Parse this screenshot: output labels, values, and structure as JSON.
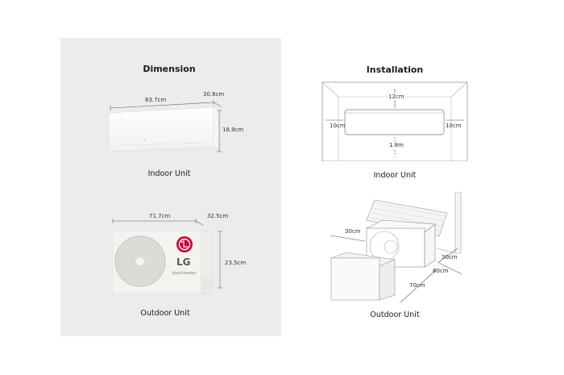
{
  "dimension": {
    "title": "Dimension",
    "indoor": {
      "caption": "Indoor Unit",
      "width": "83.7cm",
      "depth": "30.8cm",
      "height": "18.9cm"
    },
    "outdoor": {
      "caption": "Outdoor Unit",
      "width": "71.7cm",
      "depth": "32.5cm",
      "height": "23.5cm",
      "brand": "LG",
      "model_label": "Smart Inverter"
    }
  },
  "installation": {
    "title": "Installation",
    "indoor": {
      "caption": "Indoor Unit",
      "top_clearance": "12cm",
      "left_clearance": "10cm",
      "right_clearance": "10cm",
      "floor_height": "1.8m"
    },
    "outdoor": {
      "caption": "Outdoor Unit",
      "left_clearance": "30cm",
      "rear_clearance": "30cm",
      "side_clearance": "60cm",
      "front_clearance": "70cm"
    }
  },
  "colors": {
    "panel_bg": "#ececec",
    "lg_red": "#c6093b"
  }
}
